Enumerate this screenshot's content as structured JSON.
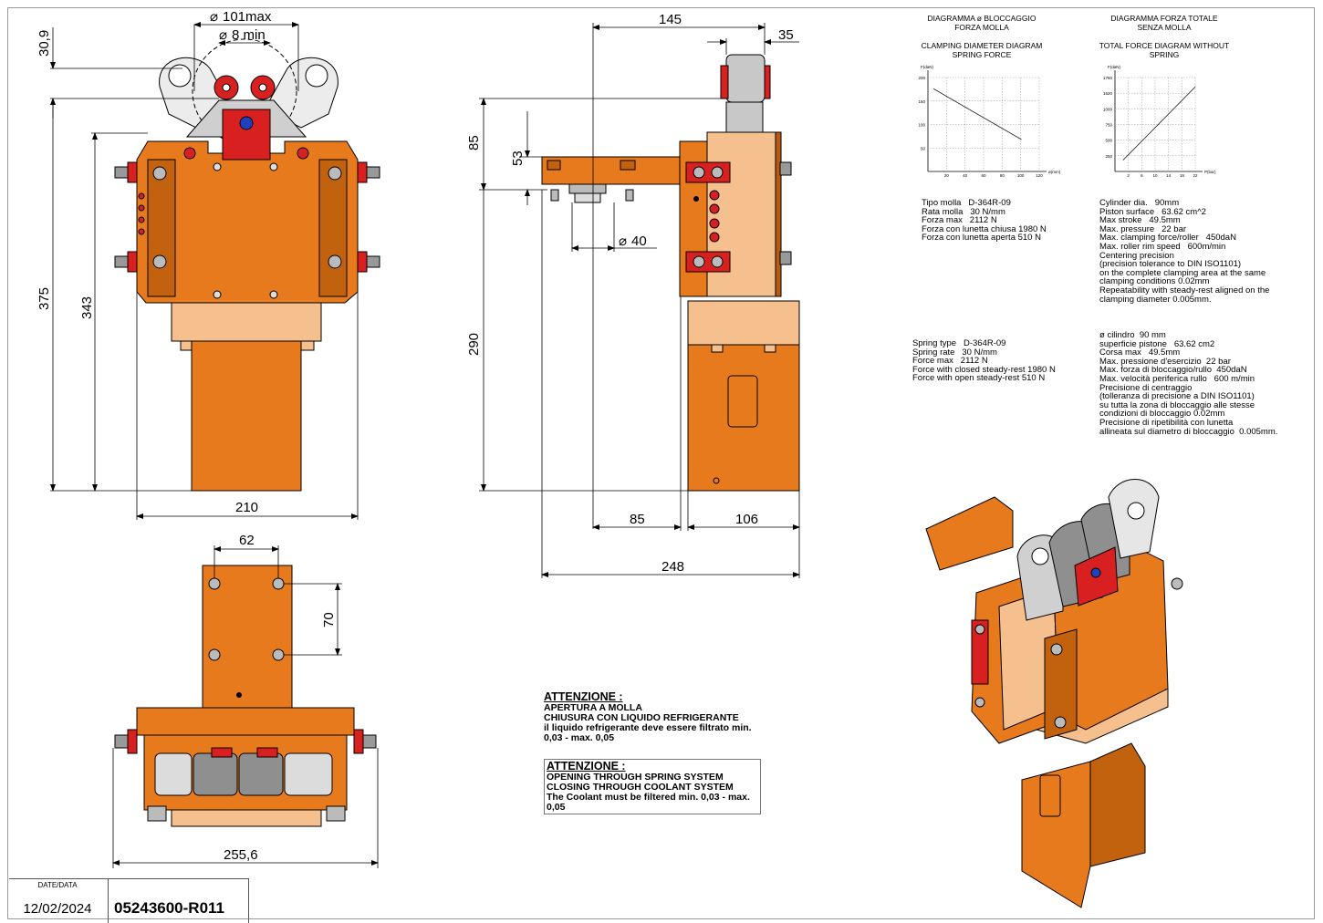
{
  "colors": {
    "body_orange": "#e87a1e",
    "light_orange": "#f5c08e",
    "dark_orange": "#b85a10",
    "red_clamp": "#d92020",
    "blue_pin": "#2040c0",
    "roller_grey": "#c8c8c8",
    "line": "#000000"
  },
  "dimensions": {
    "top_view": {
      "dia_max": "101max",
      "dia_min": "8 min",
      "h_30_9": "30,9",
      "h_375": "375",
      "h_343": "343",
      "w_210": "210"
    },
    "side_view": {
      "w_145": "145",
      "w_35": "35",
      "h_85": "85",
      "h_53": "53",
      "h_290": "290",
      "dia_40": "40",
      "w_85": "85",
      "w_106": "106",
      "w_248": "248"
    },
    "bottom_view": {
      "w_62": "62",
      "h_70": "70",
      "w_255_6": "255,6"
    }
  },
  "diagrams": {
    "clamping": {
      "title_it_1": "DIAGRAMMA ø BLOCCAGGIO",
      "title_it_2": "FORZA MOLLA",
      "title_en_1": "CLAMPING DIAMETER DIAGRAM",
      "title_en_2": "SPRING FORCE",
      "y_label": "F(daN)",
      "x_label": "ø(mm)",
      "y_ticks": [
        "200",
        "150",
        "100",
        "50"
      ],
      "x_ticks": [
        "20",
        "40",
        "60",
        "80",
        "100",
        "120"
      ]
    },
    "total_force": {
      "title_it_1": "DIAGRAMMA FORZA TOTALE",
      "title_it_2": "SENZA MOLLA",
      "title_en_1": "TOTAL FORCE DIAGRAM WITHOUT",
      "title_en_2": "SPRING",
      "y_label": "F(daN)",
      "x_label": "P(bar)",
      "y_ticks": [
        "1760",
        "1520",
        "1000",
        "750",
        "500",
        "250"
      ],
      "x_ticks": [
        "2",
        "6",
        "10",
        "14",
        "18",
        "22"
      ]
    }
  },
  "specs": {
    "spring_it": "Tipo molla   D-364R-09\nRata molla   30 N/mm\nForza max   2112 N\nForza con lunetta chiusa 1980 N\nForza con lunetta aperta 510 N",
    "cylinder_en": "Cylinder dia.   90mm\nPiston surface   63.62 cm^2\nMax stroke   49.5mm\nMax. pressure   22 bar\nMax. clamping force/roller   450daN\nMax. roller rim speed   600m/min\nCentering precision\n(precision tolerance to DIN ISO1101)\non the complete clamping area at the same\nclamping conditions 0.02mm\nRepeatability with steady-rest aligned on the\nclamping diameter 0.005mm.",
    "spring_en": "Spring type   D-364R-09\nSpring rate   30 N/mm\nForce max   2112 N\nForce with closed steady-rest 1980 N\nForce with open steady-rest 510 N",
    "cylinder_it": "ø cilindro  90 mm\nsuperficie pistone   63.62 cm2\nCorsa max   49.5mm\nMax. pressione d'esercizio  22 bar\nMax. forza di bloccaggio/rullo  450daN\nMax. velocità periferica rullo   600 m/min\nPrecisione di centraggio\n(tolleranza di precisione a DIN ISO1101)\nsu tutta la zona di bloccaggio alle stesse\ncondizioni di bloccaggio 0.02mm\nPrecisione di ripetibilità con lunetta\nallineata sul diametro di bloccaggio  0.005mm."
  },
  "notes": {
    "it_title": "ATTENZIONE :",
    "it_line1": "APERTURA A MOLLA",
    "it_line2": "CHIUSURA CON LIQUIDO REFRIGERANTE",
    "it_line3": "il liquido refrigerante deve essere filtrato min. 0,03 - max. 0,05",
    "en_title": "ATTENZIONE :",
    "en_line1": "OPENING THROUGH SPRING SYSTEM",
    "en_line2": "CLOSING THROUGH COOLANT SYSTEM",
    "en_line3": "The Coolant must be filtered min. 0,03 - max. 0,05"
  },
  "title_block": {
    "date_label": "DATE/DATA",
    "date": "12/02/2024",
    "drawing_number": "05243600-R011"
  }
}
